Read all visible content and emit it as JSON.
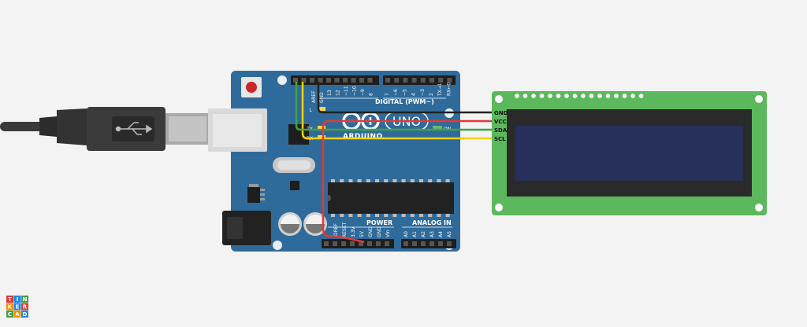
{
  "arduino": {
    "brand": "ARDUINO",
    "model": "UNO",
    "digital_header_label": "DIGITAL (PWM~)",
    "aref_label": "AREF",
    "gnd_label": "GND",
    "power_label": "POWER",
    "analog_label": "ANALOG IN",
    "on_label": "ON",
    "l_label": "L",
    "tx_label": "TX",
    "rx_label": "RX",
    "digital_pins": [
      "13",
      "12",
      "~11",
      "~10",
      "~9",
      "8",
      "7",
      "~6",
      "~5",
      "4",
      "~3",
      "2",
      "TX→1",
      "RX←0"
    ],
    "power_pins": [
      "IOREF",
      "RESET",
      "3.3V",
      "5V",
      "GND",
      "GND",
      "Vin"
    ],
    "analog_pins": [
      "A0",
      "A1",
      "A2",
      "A3",
      "A4",
      "A5"
    ]
  },
  "lcd": {
    "pins": [
      "GND",
      "VCC",
      "SDA",
      "SCL"
    ]
  },
  "logo": {
    "rows": [
      [
        "T",
        "I",
        "N"
      ],
      [
        "K",
        "E",
        "R"
      ],
      [
        "C",
        "A",
        "D"
      ]
    ]
  },
  "colors": {
    "background": "#f3f3f3",
    "board": "#2f6b9a",
    "lcd_pcb": "#5cb85c",
    "lcd_screen": "#26305a",
    "wire_gnd": "#222222",
    "wire_vcc": "#e53935",
    "wire_sda": "#43a047",
    "wire_scl": "#f2d200"
  }
}
